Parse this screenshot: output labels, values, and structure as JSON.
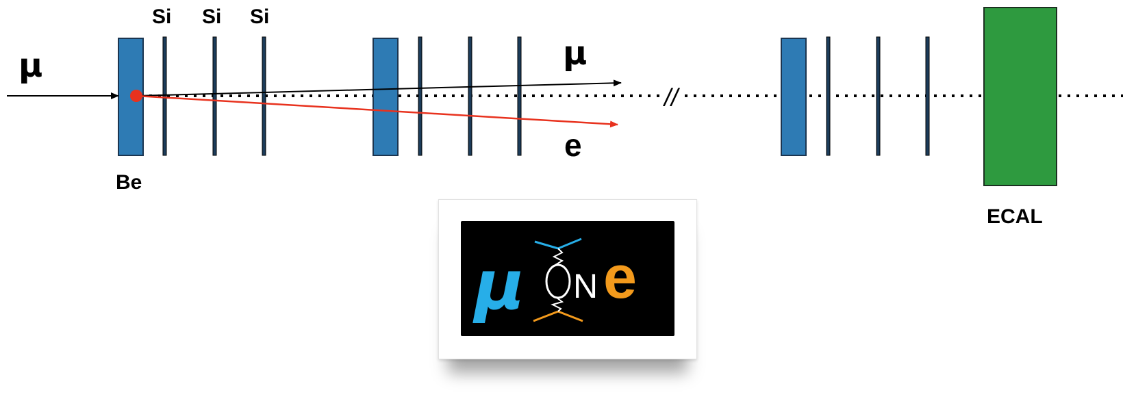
{
  "labels": {
    "si_1": "Si",
    "si_2": "Si",
    "si_3": "Si",
    "be": "Be",
    "ecal": "ECAL",
    "mu_in": "μ",
    "mu_out": "μ",
    "e_out": "e",
    "break_mark": "//"
  },
  "logo": {
    "text_mu": "μ",
    "text_on": "ON",
    "text_e": "e"
  },
  "colors": {
    "target": "#2e7bb4",
    "silicon": "#1c3c5a",
    "ecal": "#2e9a3f",
    "electron": "#e8321e",
    "muon": "#000000",
    "logo_mu": "#27aee8",
    "logo_e": "#f39a1c"
  }
}
